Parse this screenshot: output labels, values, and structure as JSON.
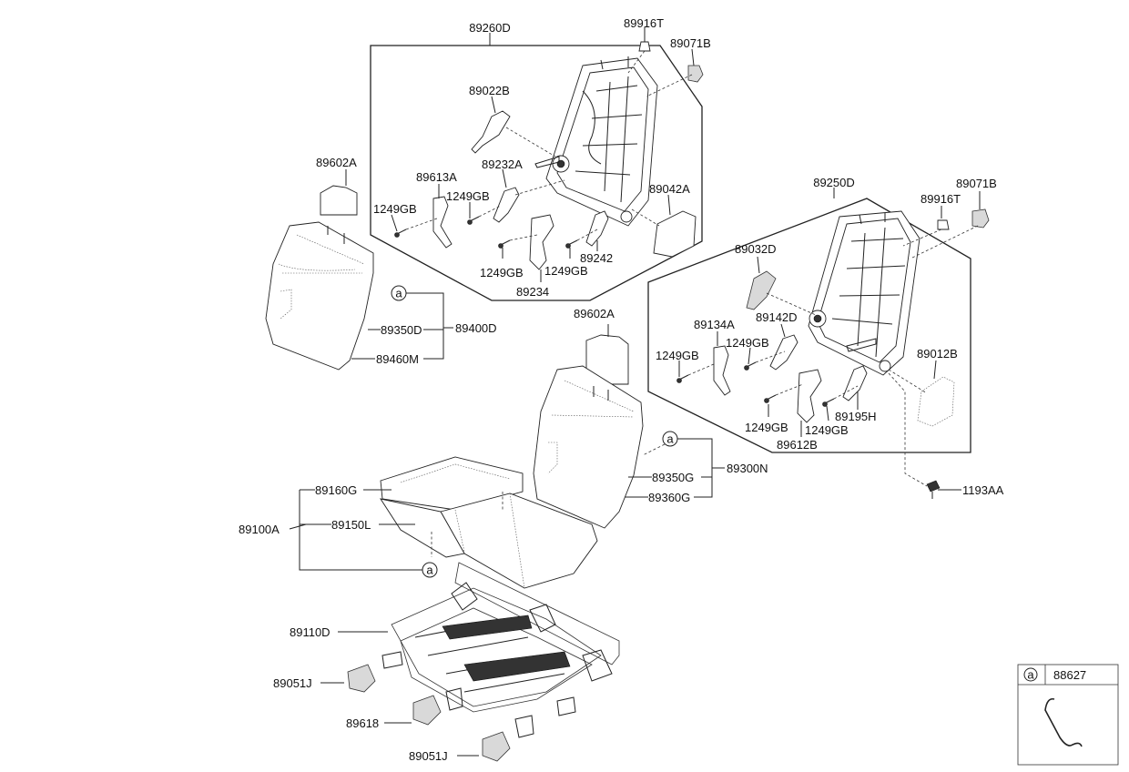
{
  "labels": {
    "l_89260D": "89260D",
    "l_89916T_a": "89916T",
    "l_89071B_a": "89071B",
    "l_89022B": "89022B",
    "l_89232A": "89232A",
    "l_89613A": "89613A",
    "l_1249GB_a": "1249GB",
    "l_1249GB_b": "1249GB",
    "l_89042A": "89042A",
    "l_1249GB_c": "1249GB",
    "l_1249GB_d": "1249GB",
    "l_89242": "89242",
    "l_89234": "89234",
    "l_89602A_a": "89602A",
    "l_89350D": "89350D",
    "l_89400D": "89400D",
    "l_89460M": "89460M",
    "l_89250D": "89250D",
    "l_89916T_b": "89916T",
    "l_89071B_b": "89071B",
    "l_89032D": "89032D",
    "l_89134A": "89134A",
    "l_89142D": "89142D",
    "l_1249GB_e": "1249GB",
    "l_1249GB_f": "1249GB",
    "l_89012B": "89012B",
    "l_1249GB_g": "1249GB",
    "l_1249GB_h": "1249GB",
    "l_89195H": "89195H",
    "l_89612B": "89612B",
    "l_89602A_b": "89602A",
    "l_89350G": "89350G",
    "l_89300N": "89300N",
    "l_89360G": "89360G",
    "l_89160G": "89160G",
    "l_89100A": "89100A",
    "l_89150L": "89150L",
    "l_1193AA": "1193AA",
    "l_89110D": "89110D",
    "l_89051J_a": "89051J",
    "l_89618": "89618",
    "l_89051J_b": "89051J",
    "l_88627": "88627"
  },
  "ref_marker": "a"
}
